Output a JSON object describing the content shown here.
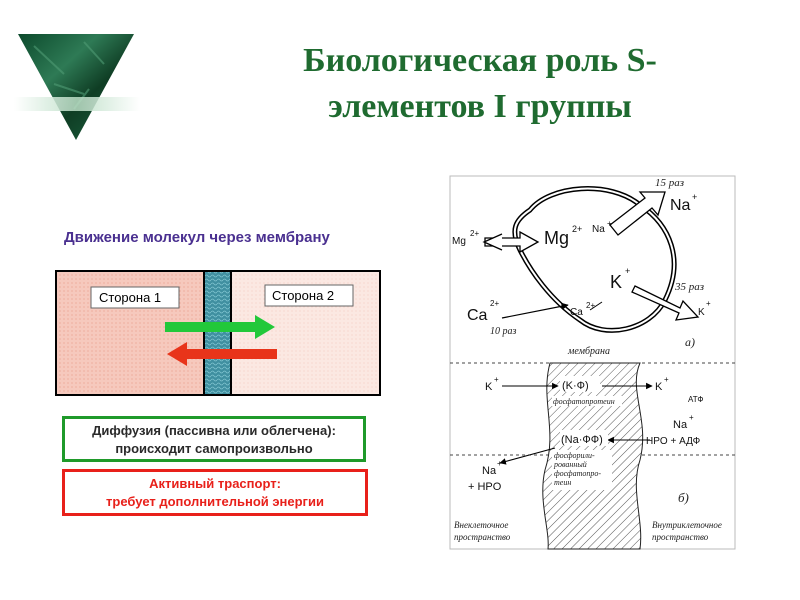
{
  "slide": {
    "title_line1": "Биологическая роль S-",
    "title_line2": "элементов I группы"
  },
  "left_panel": {
    "subtitle": "Движение молекул через мембрану",
    "side1": "Сторона 1",
    "side2": "Сторона 2",
    "diffusion_line1": "Диффузия (пассивна или облегчена):",
    "diffusion_line2": "происходит самопроизвольно",
    "active_line1": "Активный траспорт:",
    "active_line2": "требует дополнительной энергии",
    "colors": {
      "green_arrow": "#22c83a",
      "red_arrow": "#e8341a",
      "membrane": "#3f8fa0",
      "side1_fill": "#f6c9bd",
      "side2_fill": "#fbe8e2",
      "diffusion_border": "#1f9a2a",
      "active_border": "#e8201a"
    }
  },
  "right_panel": {
    "a": {
      "times15": "15 раз",
      "na_big": "Na",
      "na_in": "Na",
      "mg_out": "Mg",
      "mg_big": "Mg",
      "k_big": "K",
      "times35": "35 раз",
      "k_out": "K",
      "ca_big": "Ca",
      "times10": "10 раз",
      "ca_in": "Ca",
      "membrane": "мембрана",
      "panel_label": "а)",
      "charge_plus": "+",
      "charge_2plus": "2+"
    },
    "b": {
      "k_out": "K",
      "k_f": "(K·Ф)",
      "k_in": "K",
      "phosphoprotein": "фосфатопротеин",
      "atp": "АТФ",
      "na_in": "Na",
      "na_ff": "(Na·ФФ)",
      "hpo4_adp": "HPO  + АДФ",
      "phosphorylated_1": "фосфорили-",
      "phosphorylated_2": "рованный",
      "phosphorylated_3": "фосфатопро-",
      "phosphorylated_4": "теин",
      "na_out": "Na",
      "hpo4_out": "+ HPO",
      "panel_label": "б)",
      "extracellular_1": "Внеклеточное",
      "extracellular_2": "пространство",
      "intracellular_1": "Внутриклеточное",
      "intracellular_2": "пространство"
    }
  },
  "icons": {
    "logo": "green-marble-triangle"
  }
}
